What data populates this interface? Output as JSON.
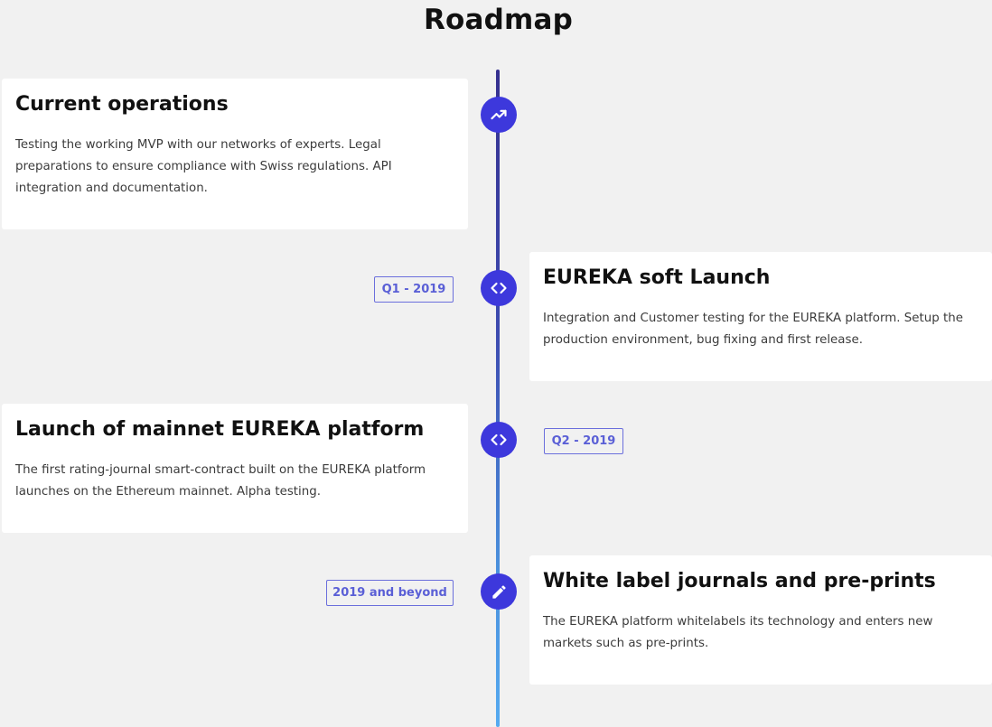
{
  "page": {
    "title": "Roadmap"
  },
  "colors": {
    "background": "#f1f1f1",
    "card": "#ffffff",
    "marker": "#3d38dc",
    "timeline_top": "#35308f",
    "timeline_bottom": "#55aaf0",
    "tag_border": "#6b6fdc",
    "tag_text": "#5a5fd6"
  },
  "milestones": [
    {
      "title": "Current operations",
      "text": "Testing the working MVP with our networks of experts. Legal preparations to ensure compliance with Swiss regulations. API integration and documentation.",
      "icon": "trending-up-icon",
      "tag": ""
    },
    {
      "title": "EUREKA soft Launch",
      "text": "Integration and Customer testing for the EUREKA platform. Setup the production environment, bug fixing and first release.",
      "icon": "code-icon",
      "tag": "Q1 - 2019"
    },
    {
      "title": "Launch of mainnet EUREKA platform",
      "text": "The first rating-journal smart-contract built on the EUREKA platform launches on the Ethereum mainnet. Alpha testing.",
      "icon": "code-icon",
      "tag": "Q2 - 2019"
    },
    {
      "title": "White label journals and pre-prints",
      "text": "The EUREKA platform whitelabels its technology and enters new markets such as pre-prints.",
      "icon": "pencil-icon",
      "tag": "2019 and beyond"
    }
  ]
}
